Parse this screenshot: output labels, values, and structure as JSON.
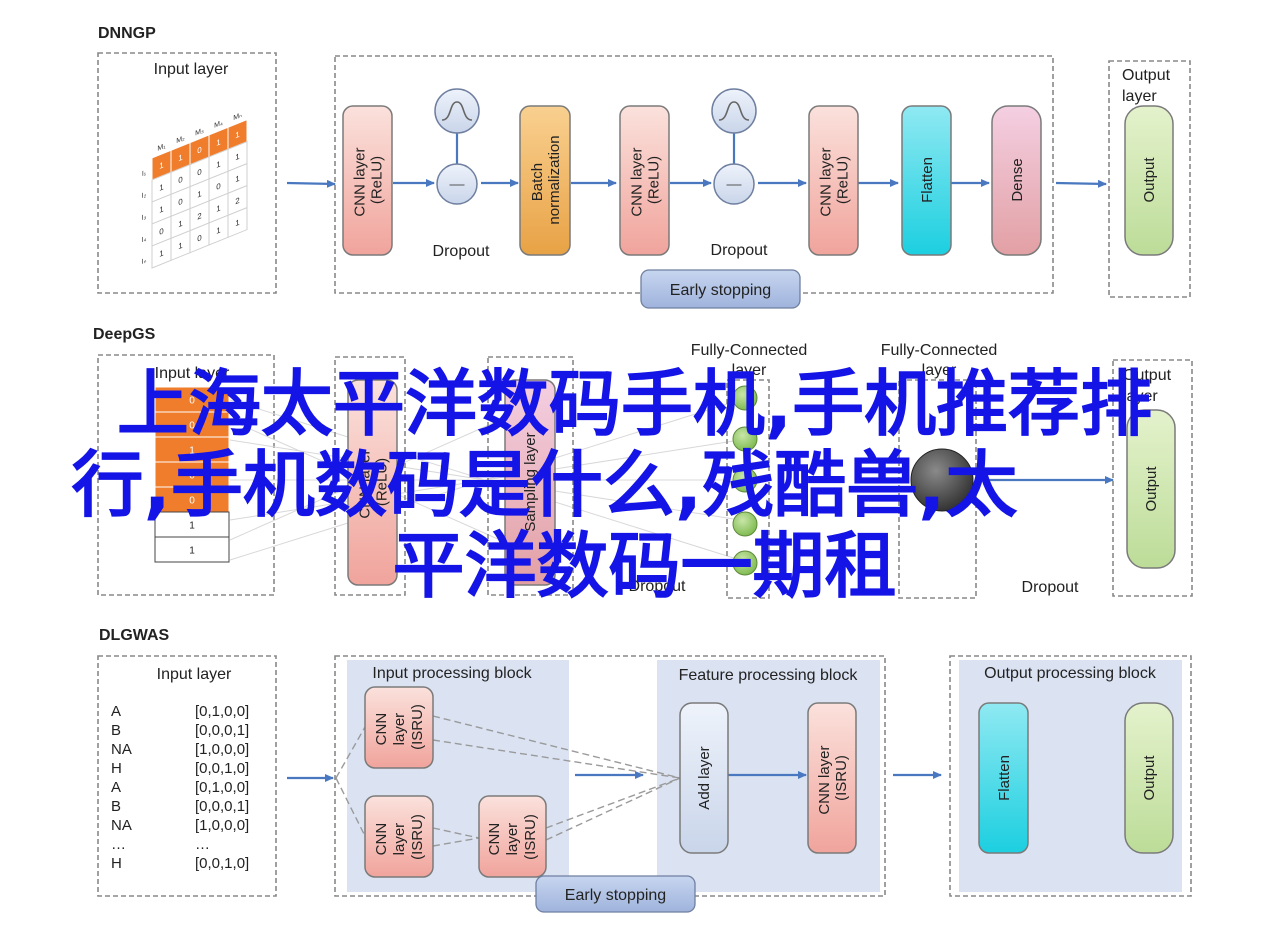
{
  "panels": {
    "dnngp": {
      "title": "DNNGP",
      "input_title": "Input layer",
      "matrix_col_labels": [
        "M₁",
        "M₂",
        "M₃",
        "M₄",
        "Mₙ"
      ],
      "matrix_row_labels": [
        "I₁",
        "I₂",
        "I₃",
        "I₄",
        "Iₙ"
      ],
      "matrix_rows": [
        [
          "1",
          "1",
          "0",
          "1",
          "1"
        ],
        [
          "1",
          "0",
          "0",
          "1",
          "1"
        ],
        [
          "1",
          "0",
          "1",
          "0",
          "1"
        ],
        [
          "0",
          "1",
          "2",
          "1",
          "2"
        ],
        [
          "1",
          "1",
          "0",
          "1",
          "1"
        ]
      ],
      "cnn_label": [
        "CNN layer",
        "(ReLU)"
      ],
      "batchnorm_label": [
        "Batch",
        "normalization"
      ],
      "flatten_label": "Flatten",
      "dense_label": "Dense",
      "dropout_label": "Dropout",
      "dropout_minus": "—",
      "early_stopping": "Early stopping",
      "output_title": [
        "Output",
        "layer"
      ],
      "output_label": "Output"
    },
    "deepgs": {
      "title": "DeepGS",
      "input_title": "Input layer",
      "input_values": [
        "0",
        "0",
        "1",
        "0",
        "0",
        "1",
        "1"
      ],
      "cnn_label": [
        "CNN layer",
        "(ReLU)"
      ],
      "sampling_label": "Sampling layer",
      "fc1_title": "Fully-Connected",
      "fc2_title": "Fully-Connected",
      "fc_sub": "layer",
      "dropout_label": "Dropout",
      "output_title": [
        "Output",
        "layer"
      ],
      "output_label": "Output"
    },
    "dlgwas": {
      "title": "DLGWAS",
      "input_title": "Input layer",
      "sequence": [
        {
          "base": "A",
          "code": "[0,1,0,0]"
        },
        {
          "base": "B",
          "code": "[0,0,0,1]"
        },
        {
          "base": "NA",
          "code": "[1,0,0,0]"
        },
        {
          "base": "H",
          "code": "[0,0,1,0]"
        },
        {
          "base": "A",
          "code": "[0,1,0,0]"
        },
        {
          "base": "B",
          "code": "[0,0,0,1]"
        },
        {
          "base": "NA",
          "code": "[1,0,0,0]"
        },
        {
          "base": "…",
          "code": "…"
        },
        {
          "base": "H",
          "code": "[0,0,1,0]"
        }
      ],
      "input_block_title": "Input processing block",
      "feature_block_title": "Feature processing block",
      "output_block_title": "Output processing block",
      "cnn_isru_label": [
        "CNN",
        "layer",
        "(ISRU)"
      ],
      "cnn_isru_label_wide": [
        "CNN layer",
        "(ISRU)"
      ],
      "add_label": "Add layer",
      "flatten_label": "Flatten",
      "output_label": "Output",
      "early_stopping": "Early stopping"
    }
  },
  "watermark": {
    "line1": "上海太平洋数码手机,手机推荐排",
    "line2": "行,手机数码是什么,残酷兽,太",
    "line3": "平洋数码一期租"
  },
  "colors": {
    "cnn": "#f4b8b3",
    "batchnorm": "#f2b65f",
    "flatten": "#33d6e4",
    "dense": "#e8a8cc",
    "output": "#c9e4a8",
    "fc_node": "#9ccf6e",
    "early_stopping": "#aebfe0",
    "block_bg": "#dbe3f3",
    "arrow": "#4a78c0",
    "matrix_orange": "#ef7d2c",
    "watermark": "#1414e6"
  }
}
